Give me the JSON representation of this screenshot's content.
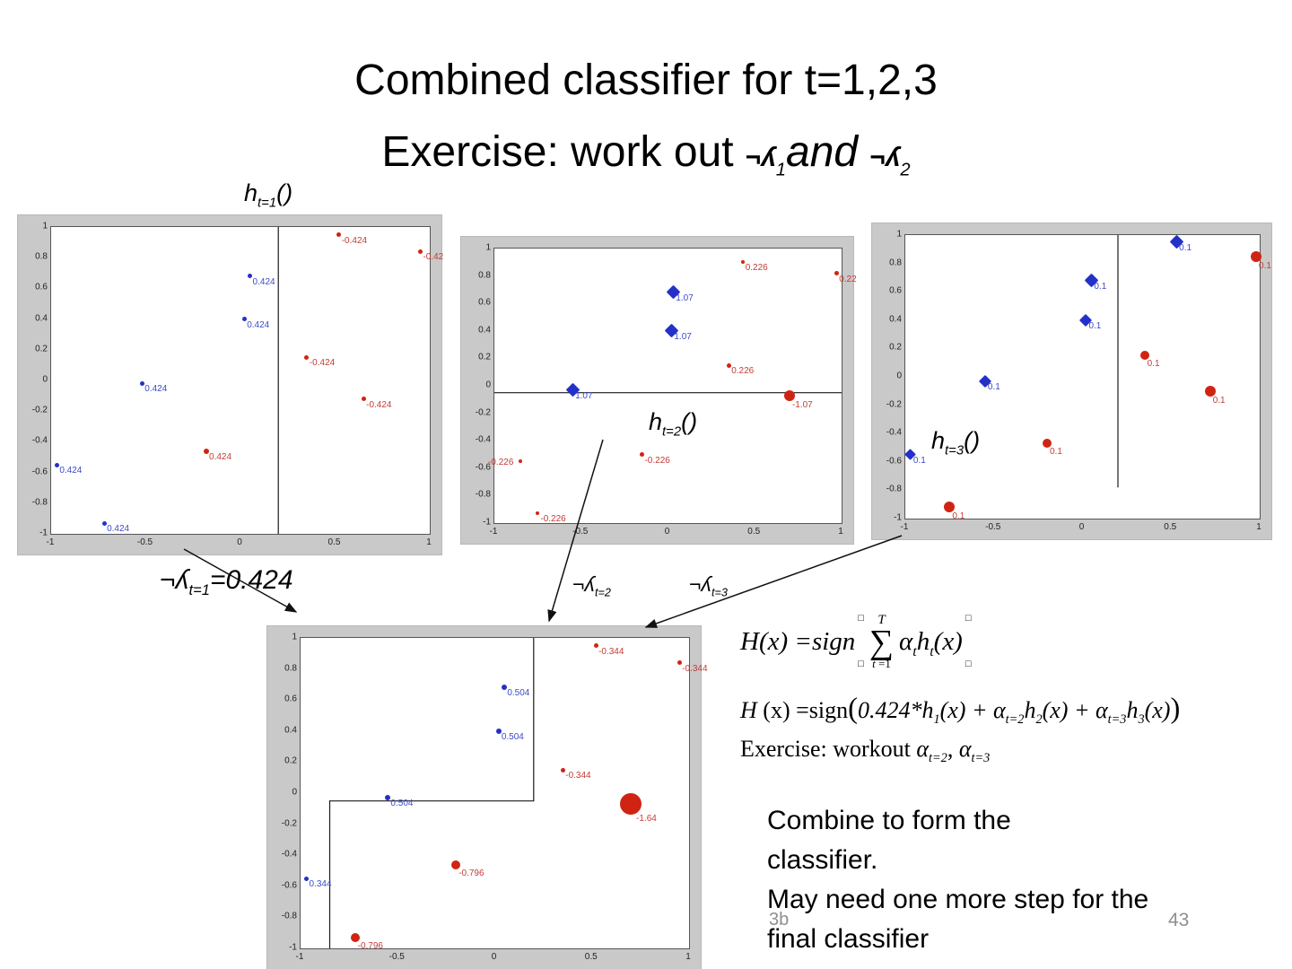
{
  "title": {
    "line1": "Combined classifier for t=1,2,3",
    "line2": [
      [
        "Exercise: work out ",
        ""
      ],
      [
        "¬ʎ",
        "alpha"
      ],
      [
        "1",
        "alpha-sub"
      ],
      [
        "and ",
        "it"
      ],
      [
        "¬ʎ",
        "alpha"
      ],
      [
        "2",
        "alpha-sub"
      ]
    ]
  },
  "labels": {
    "h1": [
      [
        "h",
        "it"
      ],
      [
        "t=1",
        "it-sub"
      ],
      [
        "()",
        "it"
      ]
    ],
    "h2": [
      [
        "h",
        "it"
      ],
      [
        "t=2",
        "it-sub"
      ],
      [
        "()",
        "it"
      ]
    ],
    "h3": [
      [
        "h",
        "it"
      ],
      [
        "t=3",
        "it-sub"
      ],
      [
        "()",
        "it"
      ]
    ],
    "alpha1": [
      [
        "¬ʎ",
        "it"
      ],
      [
        "t=1",
        "it-sub"
      ],
      [
        "=0.424",
        "it"
      ]
    ],
    "alpha2": [
      [
        "¬ʎ",
        "it"
      ],
      [
        "t=2",
        "it-sub"
      ]
    ],
    "alpha3": [
      [
        "¬ʎ",
        "it"
      ],
      [
        "t=3",
        "it-sub"
      ]
    ]
  },
  "equations": {
    "box": "□",
    "eq1_lhs": [
      [
        "H(x) =sign",
        "it"
      ]
    ],
    "eq1_sum_top": "T",
    "eq1_sigma": "∑",
    "eq1_sum_bot": [
      [
        "t",
        "it"
      ],
      [
        " =1",
        ""
      ]
    ],
    "eq1_body": [
      [
        "α",
        "it"
      ],
      [
        "t",
        "it-sub"
      ],
      [
        "h",
        "it"
      ],
      [
        "t",
        "it-sub"
      ],
      [
        "(x)",
        "it"
      ]
    ],
    "eq2": [
      [
        "H",
        "it"
      ],
      [
        " (x) =sign",
        ""
      ],
      [
        "(",
        "paren"
      ],
      [
        "0.424*",
        "it"
      ],
      [
        "h",
        "it"
      ],
      [
        "1",
        "it-sub"
      ],
      [
        "(x) + ",
        "it"
      ],
      [
        "α",
        "it"
      ],
      [
        "t=2",
        "it-sub"
      ],
      [
        "h",
        "it"
      ],
      [
        "2",
        "it-sub"
      ],
      [
        "(x) + ",
        "it"
      ],
      [
        "α",
        "it"
      ],
      [
        "t=3",
        "it-sub"
      ],
      [
        "h",
        "it"
      ],
      [
        "3",
        "it-sub"
      ],
      [
        "(x)",
        "it"
      ],
      [
        ")",
        "paren"
      ]
    ],
    "eq3": [
      [
        "Exercise: workout ",
        ""
      ],
      [
        "α",
        "it"
      ],
      [
        "t=2",
        "it-sub"
      ],
      [
        ", ",
        ""
      ],
      [
        "α",
        "it"
      ],
      [
        "t=3",
        "it-sub"
      ]
    ]
  },
  "notes": {
    "lines": [
      "Combine to form the",
      "classifier.",
      "May need one more step for the",
      "final classifier"
    ]
  },
  "footer": {
    "left": "3b",
    "page": "43"
  },
  "colors": {
    "blue_marker": "#2431c8",
    "red_marker": "#d02413",
    "label_blue": "#3c4ac8",
    "label_red": "#c43b36",
    "figure_bg": "#c9c9c9",
    "boundary": "#1a1a1a"
  },
  "chart_data": [
    {
      "id": "h_t1",
      "type": "scatter",
      "xlim": [
        -1,
        1
      ],
      "ylim": [
        -1,
        1
      ],
      "xticks": [
        "-1",
        "-0.5",
        "0",
        "0.5",
        "1"
      ],
      "yticks": [
        "1",
        "0.8",
        "0.6",
        "0.4",
        "0.2",
        "0",
        "-0.2",
        "-0.4",
        "-0.6",
        "-0.8",
        "-1"
      ],
      "boundary": [
        [
          0.2,
          1
        ],
        [
          0.2,
          -1
        ]
      ],
      "points": [
        {
          "x": 0.52,
          "y": 0.95,
          "color": "red",
          "marker": "dot",
          "r": 2.5,
          "label": "-0.424"
        },
        {
          "x": 0.95,
          "y": 0.84,
          "color": "red",
          "marker": "dot",
          "r": 2.5,
          "label": "-0.42"
        },
        {
          "x": 0.05,
          "y": 0.68,
          "color": "blue",
          "marker": "dot",
          "r": 2.5,
          "label": "0.424"
        },
        {
          "x": 0.02,
          "y": 0.4,
          "color": "blue",
          "marker": "dot",
          "r": 2.5,
          "label": "0.424"
        },
        {
          "x": 0.35,
          "y": 0.15,
          "color": "red",
          "marker": "dot",
          "r": 2.5,
          "label": "-0.424"
        },
        {
          "x": -0.52,
          "y": -0.02,
          "color": "blue",
          "marker": "dot",
          "r": 2.5,
          "label": "0.424"
        },
        {
          "x": 0.65,
          "y": -0.12,
          "color": "red",
          "marker": "dot",
          "r": 2.5,
          "label": "-0.424"
        },
        {
          "x": -0.18,
          "y": -0.46,
          "color": "red",
          "marker": "dot",
          "r": 3,
          "label": "0.424"
        },
        {
          "x": -0.97,
          "y": -0.55,
          "color": "blue",
          "marker": "dot",
          "r": 2.5,
          "label": "0.424"
        },
        {
          "x": -0.72,
          "y": -0.93,
          "color": "blue",
          "marker": "dot",
          "r": 2.5,
          "label": "0.424"
        }
      ]
    },
    {
      "id": "h_t2",
      "type": "scatter",
      "xlim": [
        -1,
        1
      ],
      "ylim": [
        -1,
        1
      ],
      "xticks": [
        "-1",
        "-0.5",
        "0",
        "0.5",
        "1"
      ],
      "yticks": [
        "1",
        "0.8",
        "0.6",
        "0.4",
        "0.2",
        "0",
        "-0.2",
        "-0.4",
        "-0.6",
        "-0.8",
        "-1"
      ],
      "boundary": [
        [
          -1,
          -0.05
        ],
        [
          1,
          -0.05
        ]
      ],
      "points": [
        {
          "x": 0.43,
          "y": 0.9,
          "color": "red",
          "marker": "dot",
          "r": 2,
          "label": "0.226"
        },
        {
          "x": 0.97,
          "y": 0.82,
          "color": "red",
          "marker": "dot",
          "r": 2.5,
          "label": "0.22"
        },
        {
          "x": 0.03,
          "y": 0.68,
          "color": "blue",
          "marker": "diamond",
          "r": 5.5,
          "label": "1.07"
        },
        {
          "x": 0.02,
          "y": 0.4,
          "color": "blue",
          "marker": "diamond",
          "r": 5.5,
          "label": "1.07"
        },
        {
          "x": 0.35,
          "y": 0.15,
          "color": "red",
          "marker": "dot",
          "r": 2.5,
          "label": "0.226"
        },
        {
          "x": -0.55,
          "y": -0.03,
          "color": "blue",
          "marker": "diamond",
          "r": 5.5,
          "label": "1.07"
        },
        {
          "x": 0.7,
          "y": -0.07,
          "color": "red",
          "marker": "circle",
          "r": 6,
          "label": "-1.07",
          "ldy": 6
        },
        {
          "x": -0.85,
          "y": -0.55,
          "color": "red",
          "marker": "dot",
          "r": 2,
          "label": "-0.226",
          "ldx": -36,
          "ldy": -3
        },
        {
          "x": -0.15,
          "y": -0.5,
          "color": "red",
          "marker": "dot",
          "r": 2.5,
          "label": "-0.226"
        },
        {
          "x": -0.75,
          "y": -0.93,
          "color": "red",
          "marker": "dot",
          "r": 2,
          "label": "-0.226"
        }
      ]
    },
    {
      "id": "h_t3",
      "type": "scatter",
      "xlim": [
        -1,
        1
      ],
      "ylim": [
        -1,
        1
      ],
      "xticks": [
        "-1",
        "-0.5",
        "0",
        "0.5",
        "1"
      ],
      "yticks": [
        "1",
        "0.8",
        "0.6",
        "0.4",
        "0.2",
        "0",
        "-0.2",
        "-0.4",
        "-0.6",
        "-0.8",
        "-1"
      ],
      "boundary": [
        [
          0.2,
          1
        ],
        [
          0.2,
          -0.78
        ]
      ],
      "points": [
        {
          "x": 0.53,
          "y": 0.95,
          "color": "blue",
          "marker": "diamond",
          "r": 5.5,
          "label": "0.1"
        },
        {
          "x": 0.98,
          "y": 0.85,
          "color": "red",
          "marker": "circle",
          "r": 6,
          "label": "0.1",
          "ldy": 6
        },
        {
          "x": 0.05,
          "y": 0.68,
          "color": "blue",
          "marker": "diamond",
          "r": 5.5,
          "label": "0.1"
        },
        {
          "x": 0.02,
          "y": 0.4,
          "color": "blue",
          "marker": "diamond",
          "r": 5,
          "label": "0.1"
        },
        {
          "x": 0.35,
          "y": 0.15,
          "color": "red",
          "marker": "circle",
          "r": 5,
          "label": "0.1",
          "ldy": 5
        },
        {
          "x": -0.55,
          "y": -0.03,
          "color": "blue",
          "marker": "diamond",
          "r": 5,
          "label": "0.1"
        },
        {
          "x": 0.72,
          "y": -0.1,
          "color": "red",
          "marker": "circle",
          "r": 6,
          "label": "0.1",
          "ldy": 6
        },
        {
          "x": -0.2,
          "y": -0.47,
          "color": "red",
          "marker": "circle",
          "r": 5,
          "label": "0.1",
          "ldy": 5
        },
        {
          "x": -0.97,
          "y": -0.55,
          "color": "blue",
          "marker": "diamond",
          "r": 4.5,
          "label": "0.1"
        },
        {
          "x": -0.75,
          "y": -0.92,
          "color": "red",
          "marker": "circle",
          "r": 6,
          "label": "0.1",
          "ldy": 6
        }
      ]
    },
    {
      "id": "combined",
      "type": "scatter",
      "xlim": [
        -1,
        1
      ],
      "ylim": [
        -1,
        1
      ],
      "xticks": [
        "-1",
        "-0.5",
        "0",
        "0.5",
        "1"
      ],
      "yticks": [
        "1",
        "0.8",
        "0.6",
        "0.4",
        "0.2",
        "0",
        "-0.2",
        "-0.4",
        "-0.6",
        "-0.8",
        "-1"
      ],
      "boundary": [
        [
          0.2,
          1
        ],
        [
          0.2,
          -0.05
        ],
        [
          -0.85,
          -0.05
        ],
        [
          -0.85,
          -1
        ]
      ],
      "points": [
        {
          "x": 0.52,
          "y": 0.95,
          "color": "red",
          "marker": "dot",
          "r": 2.5,
          "label": "-0.344"
        },
        {
          "x": 0.95,
          "y": 0.84,
          "color": "red",
          "marker": "dot",
          "r": 2.5,
          "label": "-0.344"
        },
        {
          "x": 0.05,
          "y": 0.68,
          "color": "blue",
          "marker": "dot",
          "r": 3,
          "label": "0.504"
        },
        {
          "x": 0.02,
          "y": 0.4,
          "color": "blue",
          "marker": "dot",
          "r": 3,
          "label": "0.504"
        },
        {
          "x": 0.35,
          "y": 0.15,
          "color": "red",
          "marker": "dot",
          "r": 2.5,
          "label": "-0.344"
        },
        {
          "x": -0.55,
          "y": -0.03,
          "color": "blue",
          "marker": "dot",
          "r": 3,
          "label": "0.504"
        },
        {
          "x": 0.7,
          "y": -0.07,
          "color": "red",
          "marker": "circle",
          "r": 12,
          "label": "-1.64",
          "ldx": 6,
          "ldy": 12
        },
        {
          "x": -0.2,
          "y": -0.46,
          "color": "red",
          "marker": "circle",
          "r": 5,
          "label": "-0.796",
          "ldy": 5
        },
        {
          "x": -0.97,
          "y": -0.55,
          "color": "blue",
          "marker": "dot",
          "r": 2.5,
          "label": "0.344"
        },
        {
          "x": -0.72,
          "y": -0.93,
          "color": "red",
          "marker": "circle",
          "r": 5,
          "label": "-0.796",
          "ldy": 5
        }
      ]
    }
  ]
}
